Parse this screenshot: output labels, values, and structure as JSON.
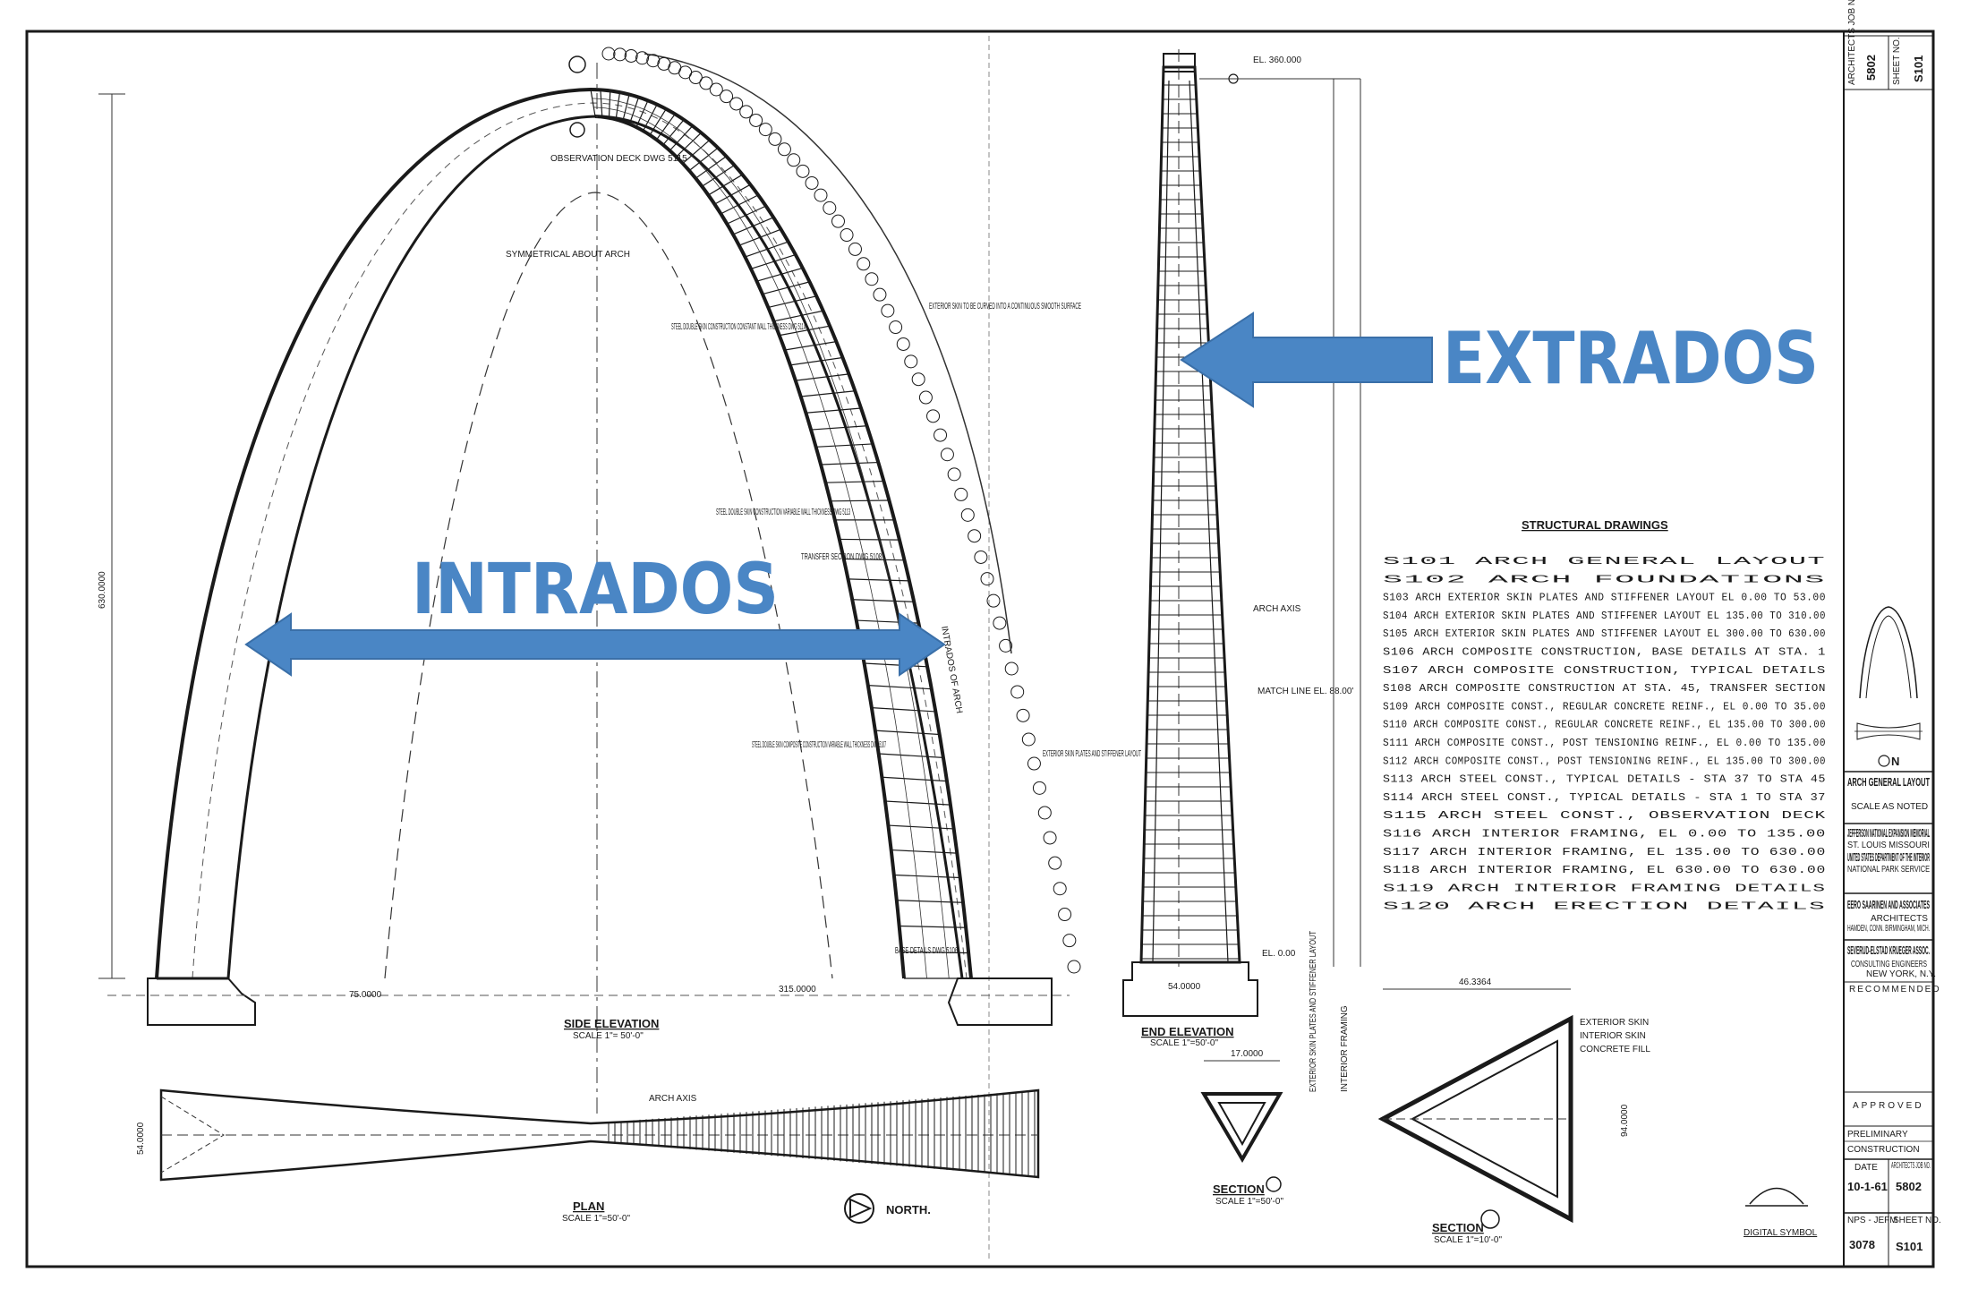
{
  "overlay": {
    "extrados_label": "EXTRADOS",
    "intrados_label": "INTRADOS",
    "arrow_color": "#4a86c5"
  },
  "dimensions": {
    "height_total": "630.0000",
    "span": "315.0000",
    "el_top": "EL. 360.000",
    "el_zero": "EL. 0.00",
    "base_end": "54.0000",
    "base_side": "75.0000",
    "section_width": "17.0000",
    "section_b_width": "46.3364",
    "section_b_side": "94.0000",
    "plan_width": "54.0000"
  },
  "views": {
    "side_elevation": "SIDE ELEVATION",
    "side_elevation_scale": "SCALE 1\"= 50'-0\"",
    "end_elevation": "END ELEVATION",
    "end_elevation_scale": "SCALE 1\"=50'-0\"",
    "plan": "PLAN",
    "plan_scale": "SCALE 1\"=50'-0\"",
    "section_a": "SECTION",
    "section_a_scale": "SCALE 1\"=50'-0\"",
    "section_b": "SECTION",
    "section_b_scale": "SCALE 1\"=10'-0\"",
    "north": "NORTH.",
    "arch_axis": "ARCH AXIS",
    "intrados_of_arch": "INTRADOS OF ARCH",
    "match_line": "MATCH LINE EL. 88.00'",
    "interior_framing": "INTERIOR FRAMING",
    "exterior_skin_plates": "EXTERIOR SKIN PLATES AND STIFFENER LAYOUT",
    "skin_note": "EXTERIOR SKIN TO BE CURVED INTO A CONTINUOUS SMOOTH SURFACE",
    "symmetrical": "SYMMETRICAL ABOUT ARCH",
    "observation_deck": "OBSERVATION DECK DWG 5115",
    "double_skin_1": "STEEL DOUBLE SKIN CONSTRUCTION CONSTANT WALL THICKNESS DWG 5114",
    "double_skin_2": "STEEL DOUBLE SKIN CONSTRUCTION VARIABLE WALL THICKNESS DWG 5113",
    "double_skin_3": "STEEL DOUBLE SKIN COMPOSITE CONSTRUCTION VARIABLE WALL THICKNESS DWG 5107",
    "transfer_section": "TRANSFER SECTION DWG 5108",
    "base_details": "BASE DETAILS DWG 5106",
    "exterior_skin": "EXTERIOR SKIN",
    "interior_skin": "INTERIOR SKIN",
    "concrete_fill": "CONCRETE FILL"
  },
  "structural_drawings": {
    "title": "STRUCTURAL DRAWINGS",
    "items": [
      "S101  ARCH  GENERAL LAYOUT",
      "S102  ARCH  FOUNDATIONS",
      "S103  ARCH  EXTERIOR SKIN PLATES AND STIFFENER LAYOUT  EL 0.00 TO 53.00",
      "S104  ARCH  EXTERIOR SKIN PLATES AND STIFFENER LAYOUT  EL 135.00 TO 310.00",
      "S105  ARCH  EXTERIOR SKIN PLATES AND STIFFENER LAYOUT  EL 300.00 TO 630.00",
      "S106  ARCH  COMPOSITE CONSTRUCTION, BASE DETAILS AT STA. 1",
      "S107  ARCH  COMPOSITE CONSTRUCTION, TYPICAL DETAILS",
      "S108  ARCH  COMPOSITE CONSTRUCTION AT STA. 45, TRANSFER SECTION",
      "S109  ARCH  COMPOSITE CONST., REGULAR CONCRETE REINF., EL 0.00 TO 35.00",
      "S110  ARCH  COMPOSITE CONST., REGULAR CONCRETE REINF., EL 135.00 TO 300.00",
      "S111  ARCH  COMPOSITE CONST., POST TENSIONING REINF., EL 0.00 TO 135.00",
      "S112  ARCH  COMPOSITE CONST., POST TENSIONING REINF., EL 135.00 TO 300.00",
      "S113  ARCH  STEEL CONST., TYPICAL DETAILS - STA 37 TO STA 45",
      "S114  ARCH  STEEL CONST., TYPICAL DETAILS - STA 1 TO STA 37",
      "S115  ARCH  STEEL CONST., OBSERVATION DECK",
      "S116  ARCH  INTERIOR FRAMING, EL 0.00 TO 135.00",
      "S117  ARCH  INTERIOR FRAMING, EL 135.00 TO 630.00",
      "S118  ARCH  INTERIOR FRAMING, EL 630.00 TO 630.00",
      "S119  ARCH  INTERIOR FRAMING DETAILS",
      "S120  ARCH  ERECTION DETAILS"
    ]
  },
  "title_block": {
    "job_label": "ARCHITECTS JOB NO.",
    "job_no": "5802",
    "sheet_label": "SHEET NO.",
    "sheet_no": "S101",
    "drawing_title": "ARCH GENERAL LAYOUT",
    "scale": "SCALE AS NOTED",
    "client_1": "JEFFERSON NATIONAL EXPANSION MEMORIAL",
    "client_1_sub": "ST. LOUIS   MISSOURI",
    "client_2": "UNITED STATES DEPARTMENT OF THE INTERIOR",
    "client_2_sub": "NATIONAL PARK SERVICE",
    "architect": "EERO SAARINEN AND ASSOCIATES",
    "architect_sub": "ARCHITECTS",
    "architect_loc": "HAMDEN, CONN.   BIRMINGHAM, MICH.",
    "engineer": "SEVERUD-ELSTAD KRUEGER ASSOC.",
    "engineer_sub": "CONSULTING ENGINEERS",
    "engineer_loc": "NEW YORK, N.Y.",
    "recommended": "RECOMMENDED",
    "approved": "APPROVED",
    "preliminary": "PRELIMINARY",
    "construction": "CONSTRUCTION",
    "date_label": "DATE",
    "date": "10-1-61",
    "job_label_2": "ARCHITECTS JOB NO.",
    "job_no_2": "5802",
    "nps_label": "NPS - JEFM",
    "nps_no": "3078",
    "sheet_label_2": "SHEET NO.",
    "sheet_no_2": "S101",
    "north_mark": "N",
    "digital_symbol": "DIGITAL SYMBOL"
  }
}
